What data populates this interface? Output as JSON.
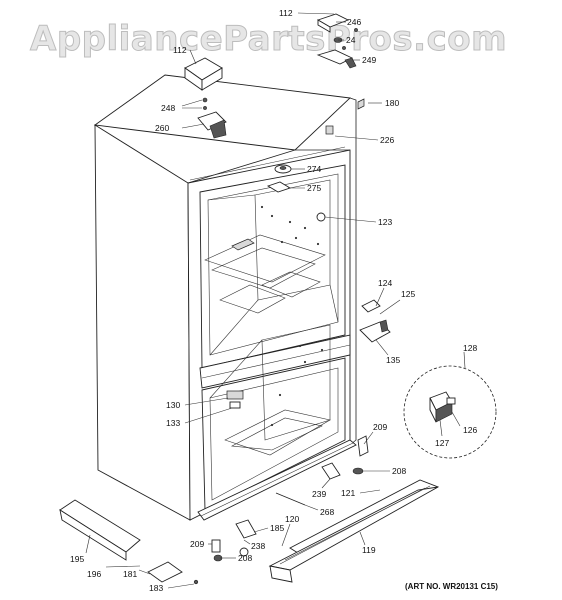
{
  "watermark": "AppliancePartsPros.com",
  "art_number": "(ART NO. WR20131 C15)",
  "callouts": [
    {
      "id": "c112a",
      "label": "112"
    },
    {
      "id": "c246",
      "label": "246"
    },
    {
      "id": "c24",
      "label": "24"
    },
    {
      "id": "c249",
      "label": "249"
    },
    {
      "id": "c112b",
      "label": "112"
    },
    {
      "id": "c248",
      "label": "248"
    },
    {
      "id": "c260",
      "label": "260"
    },
    {
      "id": "c180",
      "label": "180"
    },
    {
      "id": "c226",
      "label": "226"
    },
    {
      "id": "c274",
      "label": "274"
    },
    {
      "id": "c275",
      "label": "275"
    },
    {
      "id": "c123",
      "label": "123"
    },
    {
      "id": "c124",
      "label": "124"
    },
    {
      "id": "c125",
      "label": "125"
    },
    {
      "id": "c135",
      "label": "135"
    },
    {
      "id": "c128",
      "label": "128"
    },
    {
      "id": "c130",
      "label": "130"
    },
    {
      "id": "c133",
      "label": "133"
    },
    {
      "id": "c127",
      "label": "127"
    },
    {
      "id": "c126",
      "label": "126"
    },
    {
      "id": "c209a",
      "label": "209"
    },
    {
      "id": "c208a",
      "label": "208"
    },
    {
      "id": "c239",
      "label": "239"
    },
    {
      "id": "c121",
      "label": "121"
    },
    {
      "id": "c268",
      "label": "268"
    },
    {
      "id": "c185",
      "label": "185"
    },
    {
      "id": "c120",
      "label": "120"
    },
    {
      "id": "c209b",
      "label": "209"
    },
    {
      "id": "c238",
      "label": "238"
    },
    {
      "id": "c208b",
      "label": "208"
    },
    {
      "id": "c119",
      "label": "119"
    },
    {
      "id": "c195",
      "label": "195"
    },
    {
      "id": "c196",
      "label": "196"
    },
    {
      "id": "c181",
      "label": "181"
    },
    {
      "id": "c183",
      "label": "183"
    }
  ]
}
